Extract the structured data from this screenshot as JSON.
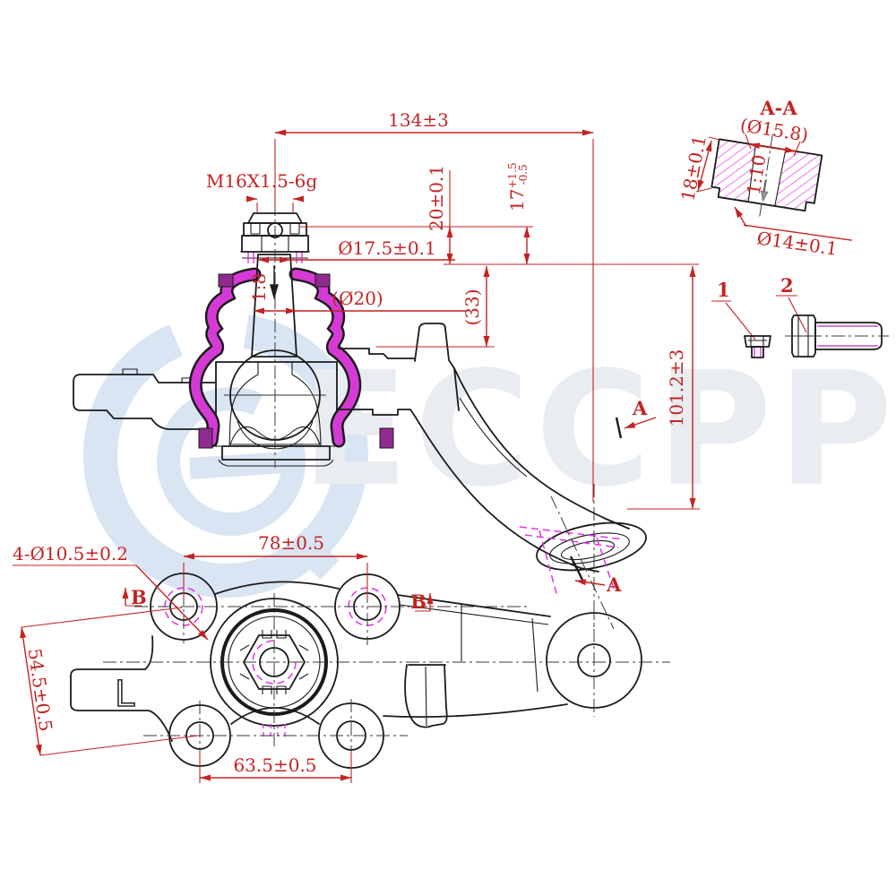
{
  "watermark": {
    "brand": "ECCPP"
  },
  "colors": {
    "dimension_red": "#c42222",
    "hatch_magenta": "#e531e5",
    "boot_magenta": "#d63ad6",
    "clamp_purple": "#8f2b8f",
    "bolt_violet": "#cf7fd8",
    "line_black": "#1b1b1b",
    "watermark_blue": "#d9e5f3"
  },
  "side_view": {
    "dim_width": "134±3",
    "thread": "M16X1.5-6g",
    "dim_nut_height": "20±0.1",
    "dim_17": "17",
    "dim_17_plus": "+1.5",
    "dim_17_minus": "-0.5",
    "dia_stud_top": "Ø17.5±0.1",
    "taper": "1:8",
    "dia_stud": "(Ø20)",
    "dim_boot": "(33)",
    "dim_height": "101.2±3",
    "section_arrow_upper": "A",
    "section_arrow_lower": "A"
  },
  "section_aa": {
    "title": "A-A",
    "bore_top": "(Ø15.8)",
    "height": "18±0.1",
    "taper": "1:10",
    "bore_bottom": "Ø14±0.1"
  },
  "parts": {
    "item1": "1",
    "item2": "2"
  },
  "bottom_view": {
    "dim_holes": "4-Ø10.5±0.2",
    "dim_pitch_top": "78±0.5",
    "dim_pitch_bottom": "63.5±0.5",
    "dim_pitch_left": "54.5±0.5",
    "view_b_left": "B",
    "view_b_right": "B",
    "stamp": "L"
  }
}
